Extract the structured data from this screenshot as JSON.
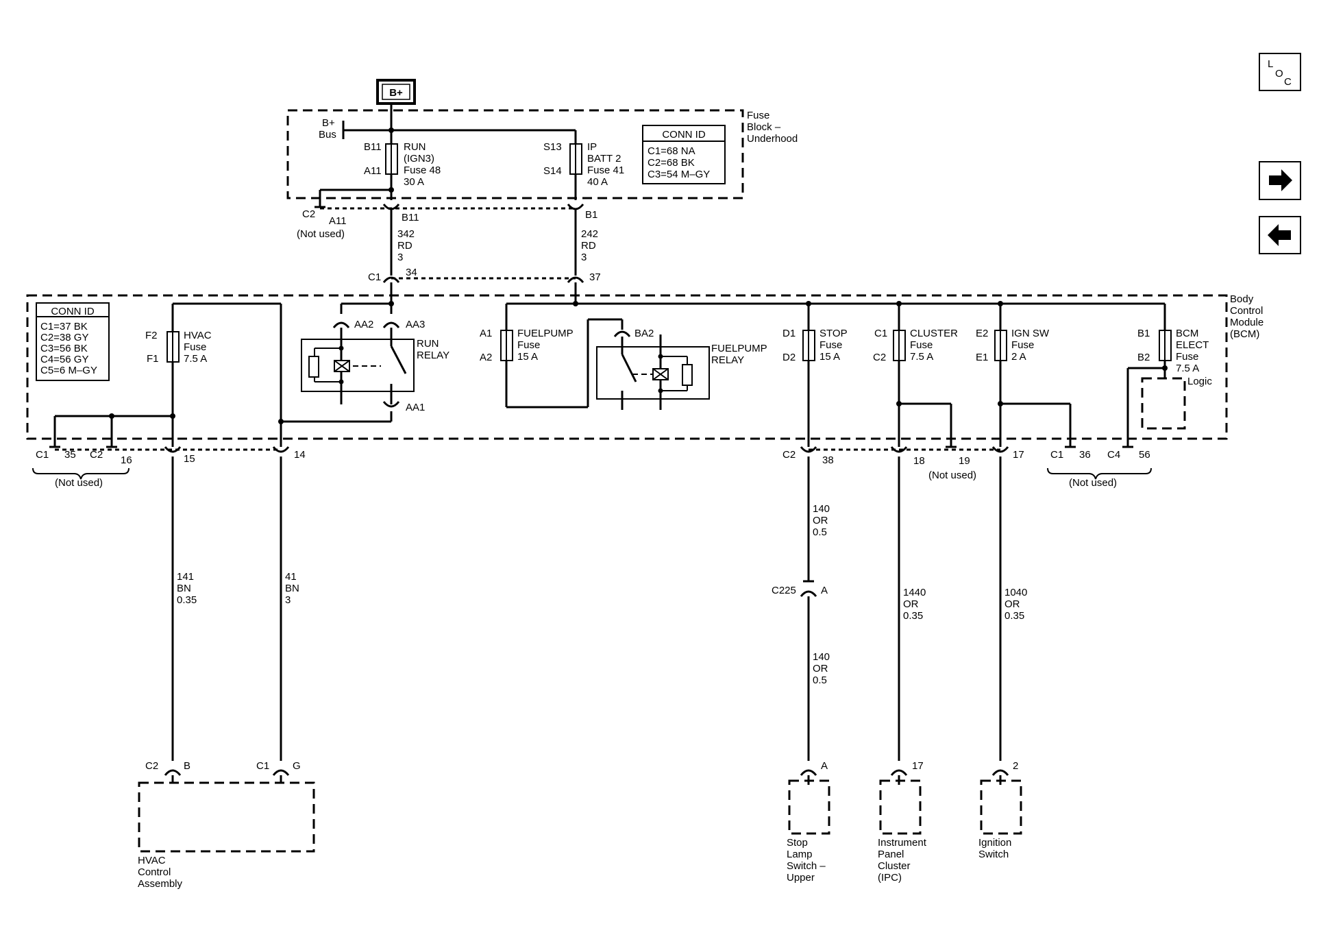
{
  "nav": {
    "loc_l": "L",
    "loc_o": "O",
    "loc_c": "C",
    "next_icon": "arrow-right-icon",
    "prev_icon": "arrow-left-icon"
  },
  "power": {
    "bplus": "B+",
    "bus_line1": "B+",
    "bus_line2": "Bus"
  },
  "fuse_block": {
    "title_line1": "Fuse",
    "title_line2": "Block –",
    "title_line3": "Underhood",
    "conn_title": "CONN ID",
    "conn_1": "C1=68 NA",
    "conn_2": "C2=68 BK",
    "conn_3": "C3=54 M–GY",
    "run_b": "B11",
    "run_a": "A11",
    "run_1": "RUN",
    "run_2": "(IGN3)",
    "run_3": "Fuse 48",
    "run_4": "30 A",
    "ip_s1": "S13",
    "ip_s2": "S14",
    "ip_1": "IP",
    "ip_2": "BATT 2",
    "ip_3": "Fuse 41",
    "ip_4": "40 A",
    "c2": "C2",
    "a11": "A11",
    "not_used": "(Not used)",
    "b11": "B11",
    "b1": "B1"
  },
  "wires_top": {
    "w1_1": "342",
    "w1_2": "RD",
    "w1_3": "3",
    "w2_1": "242",
    "w2_2": "RD",
    "w2_3": "3"
  },
  "bcm": {
    "title_1": "Body",
    "title_2": "Control",
    "title_3": "Module",
    "title_4": "(BCM)",
    "c1": "C1",
    "p34": "34",
    "p37": "37",
    "conn_title": "CONN ID",
    "conn_1": "C1=37 BK",
    "conn_2": "C2=38 GY",
    "conn_3": "C3=56 BK",
    "conn_4": "C4=56 GY",
    "conn_5": "C5=6 M–GY",
    "hvac_f2": "F2",
    "hvac_f1": "F1",
    "hvac_1": "HVAC",
    "hvac_2": "Fuse",
    "hvac_3": "7.5 A",
    "aa2": "AA2",
    "aa3": "AA3",
    "aa1": "AA1",
    "run_relay_1": "RUN",
    "run_relay_2": "RELAY",
    "fp_a1": "A1",
    "fp_a2": "A2",
    "fp_1": "FUELPUMP",
    "fp_2": "Fuse",
    "fp_3": "15 A",
    "ba2": "BA2",
    "fp_relay_1": "FUELPUMP",
    "fp_relay_2": "RELAY",
    "stop_d1": "D1",
    "stop_d2": "D2",
    "stop_1": "STOP",
    "stop_2": "Fuse",
    "stop_3": "15 A",
    "cl_c1": "C1",
    "cl_c2": "C2",
    "cl_1": "CLUSTER",
    "cl_2": "Fuse",
    "cl_3": "7.5 A",
    "ign_e2": "E2",
    "ign_e1": "E1",
    "ign_1": "IGN SW",
    "ign_2": "Fuse",
    "ign_3": "2 A",
    "bcm_b1": "B1",
    "bcm_b2": "B2",
    "bcm_1": "BCM",
    "bcm_2": "ELECT",
    "bcm_3": "Fuse",
    "bcm_4": "7.5 A",
    "logic": "Logic"
  },
  "bottom_pins": {
    "c1a": "C1",
    "p35": "35",
    "c2a": "C2",
    "p16": "16",
    "p15": "15",
    "p14": "14",
    "not_used_left": "(Not used)",
    "c2b": "C2",
    "p38": "38",
    "p18": "18",
    "p19": "19",
    "not_used_mid": "(Not used)",
    "p17": "17",
    "c1b": "C1",
    "p36": "36",
    "c4": "C4",
    "p56": "56",
    "not_used_right": "(Not used)"
  },
  "wires_bottom": {
    "h1_1": "141",
    "h1_2": "BN",
    "h1_3": "0.35",
    "h2_1": "41",
    "h2_2": "BN",
    "h2_3": "3",
    "s1_1": "140",
    "s1_2": "OR",
    "s1_3": "0.5",
    "c225": "C225",
    "c225_a": "A",
    "s2_1": "140",
    "s2_2": "OR",
    "s2_3": "0.5",
    "i1_1": "1440",
    "i1_2": "OR",
    "i1_3": "0.35",
    "g1_1": "1040",
    "g1_2": "OR",
    "g1_3": "0.35"
  },
  "components": {
    "hvac_c2": "C2",
    "hvac_b": "B",
    "hvac_c1": "C1",
    "hvac_g": "G",
    "hvac_1": "HVAC",
    "hvac_2": "Control",
    "hvac_3": "Assembly",
    "stop_a": "A",
    "stop_1": "Stop",
    "stop_2": "Lamp",
    "stop_3": "Switch –",
    "stop_4": "Upper",
    "ipc_17": "17",
    "ipc_1": "Instrument",
    "ipc_2": "Panel",
    "ipc_3": "Cluster",
    "ipc_4": "(IPC)",
    "ign_2": "2",
    "ign_1": "Ignition",
    "ign_line2": "Switch"
  }
}
